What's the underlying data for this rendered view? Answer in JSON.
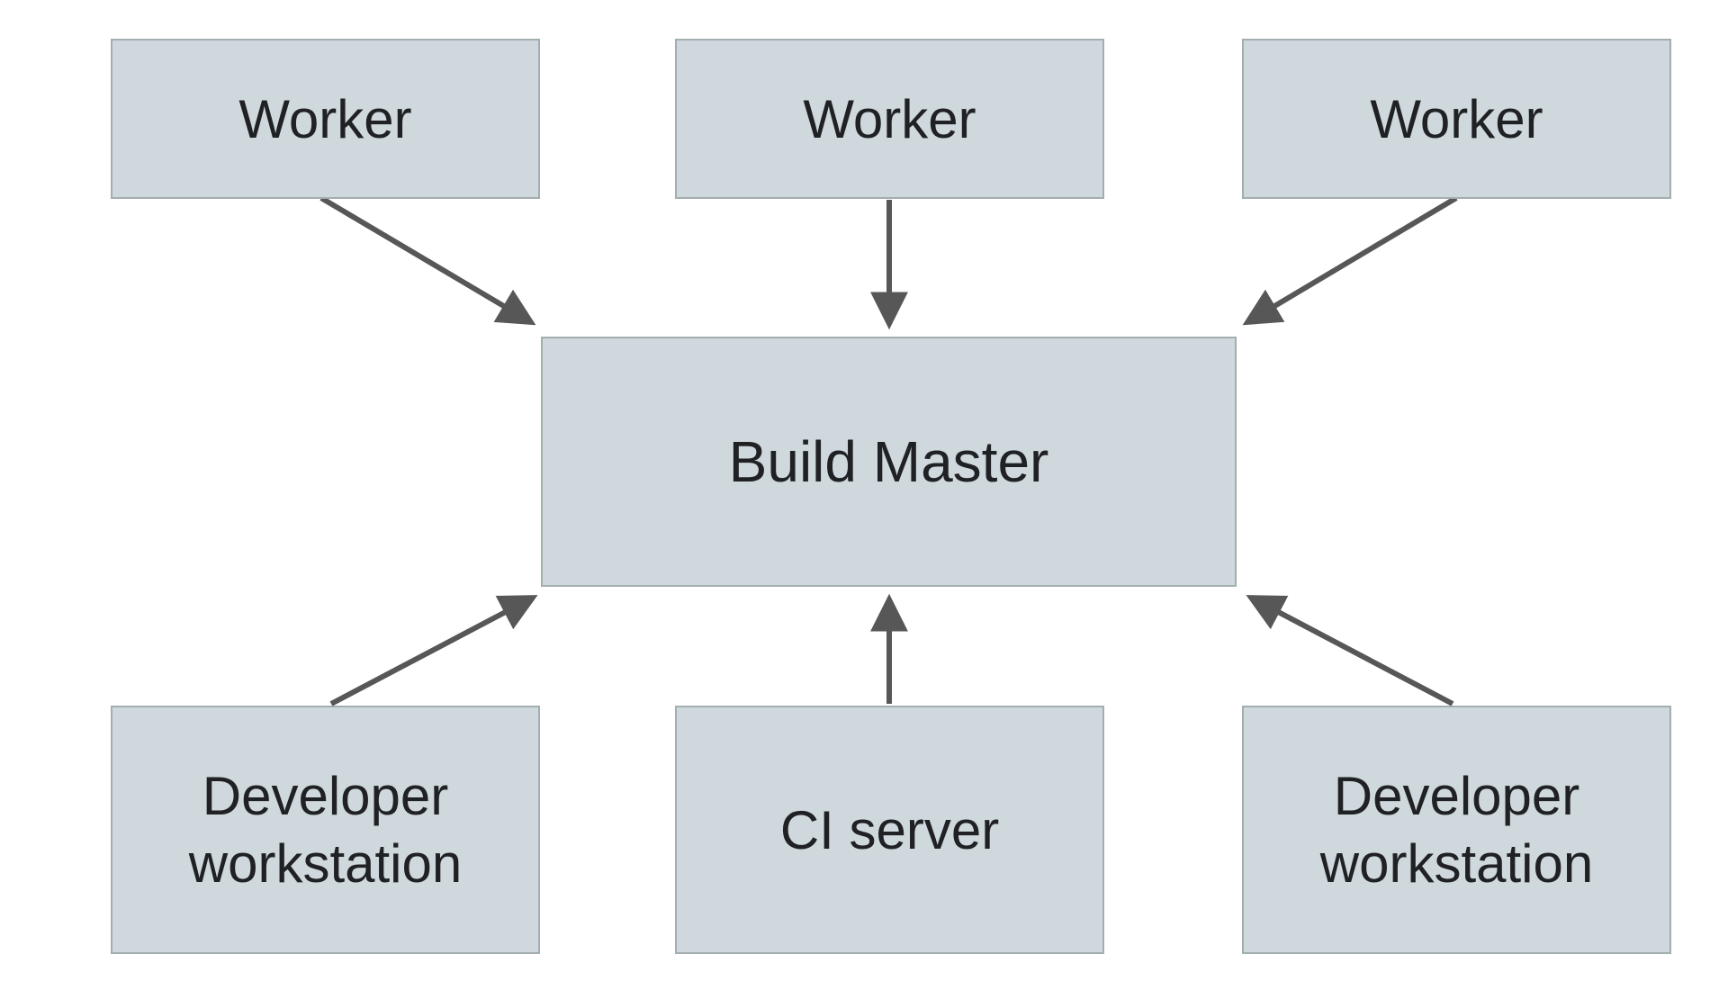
{
  "diagram": {
    "type": "architecture-diagram",
    "nodes": [
      {
        "id": "worker-1",
        "label": "Worker"
      },
      {
        "id": "worker-2",
        "label": "Worker"
      },
      {
        "id": "worker-3",
        "label": "Worker"
      },
      {
        "id": "build-master",
        "label": "Build Master"
      },
      {
        "id": "developer-workstation-left",
        "label": "Developer workstation"
      },
      {
        "id": "ci-server",
        "label": "CI server"
      },
      {
        "id": "developer-workstation-right",
        "label": "Developer workstation"
      }
    ],
    "edges": [
      {
        "from": "worker-1",
        "to": "build-master",
        "direction": "down-right"
      },
      {
        "from": "worker-2",
        "to": "build-master",
        "direction": "down"
      },
      {
        "from": "worker-3",
        "to": "build-master",
        "direction": "down-left"
      },
      {
        "from": "developer-workstation-left",
        "to": "build-master",
        "direction": "up-right"
      },
      {
        "from": "ci-server",
        "to": "build-master",
        "direction": "up"
      },
      {
        "from": "developer-workstation-right",
        "to": "build-master",
        "direction": "up-left"
      }
    ],
    "colors": {
      "node_fill": "#cfd8dc",
      "node_border": "#a3aeb1",
      "arrow": "#575757",
      "text": "#202124",
      "background": "#ffffff"
    }
  }
}
